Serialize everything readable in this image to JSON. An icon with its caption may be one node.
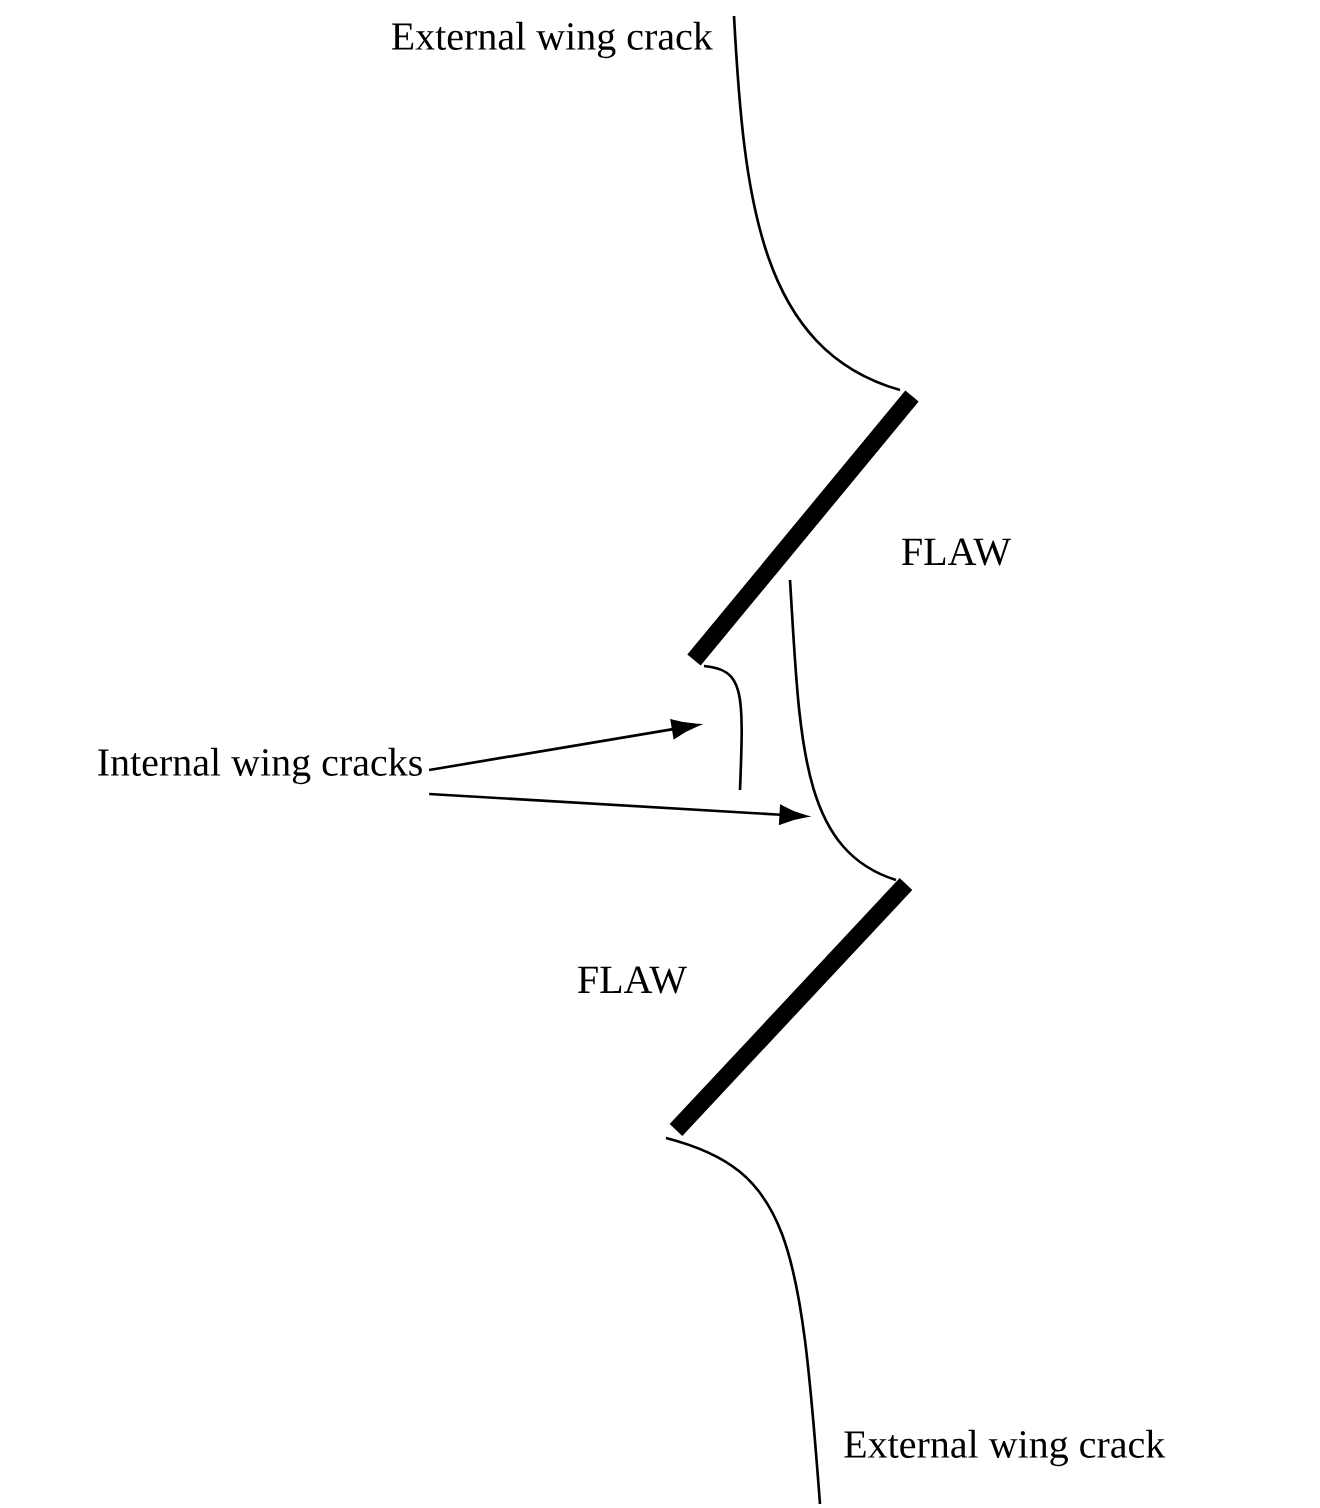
{
  "diagram": {
    "nodes": [
      {
        "text": [
          "Internal wing cracks"
        ]
      },
      {
        "text": [],
        "shape": "picture"
      },
      {
        "text": [],
        "shape": "picture"
      }
    ],
    "edges": [
      {
        "from": 0,
        "to": 1,
        "arrow": "to"
      },
      {
        "from": 0,
        "to": 2,
        "arrow": "to"
      }
    ],
    "labels": [
      "External wing crack",
      "FLAW",
      "FLAW",
      "External wing crack"
    ]
  }
}
